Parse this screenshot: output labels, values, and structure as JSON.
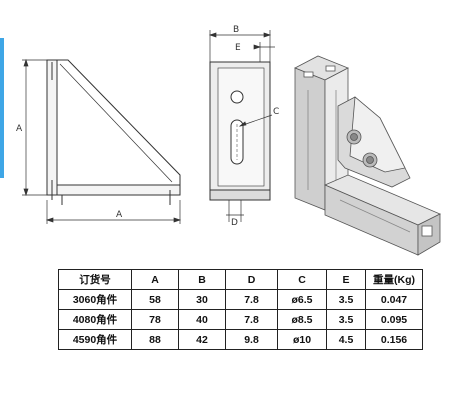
{
  "colors": {
    "accent": "#3ea6e6",
    "line": "#333333",
    "shading": "#d8d8d8"
  },
  "drawing_labels": {
    "side_a_vertical": "A",
    "side_a_horizontal": "A",
    "front_b": "B",
    "front_e": "E",
    "front_c": "C",
    "front_d": "D"
  },
  "spec_table": {
    "headers": [
      "订货号",
      "A",
      "B",
      "D",
      "C",
      "E",
      "重量(Kg)"
    ],
    "rows": [
      [
        "3060角件",
        "58",
        "30",
        "7.8",
        "ø6.5",
        "3.5",
        "0.047"
      ],
      [
        "4080角件",
        "78",
        "40",
        "7.8",
        "ø8.5",
        "3.5",
        "0.095"
      ],
      [
        "4590角件",
        "88",
        "42",
        "9.8",
        "ø10",
        "4.5",
        "0.156"
      ]
    ]
  }
}
